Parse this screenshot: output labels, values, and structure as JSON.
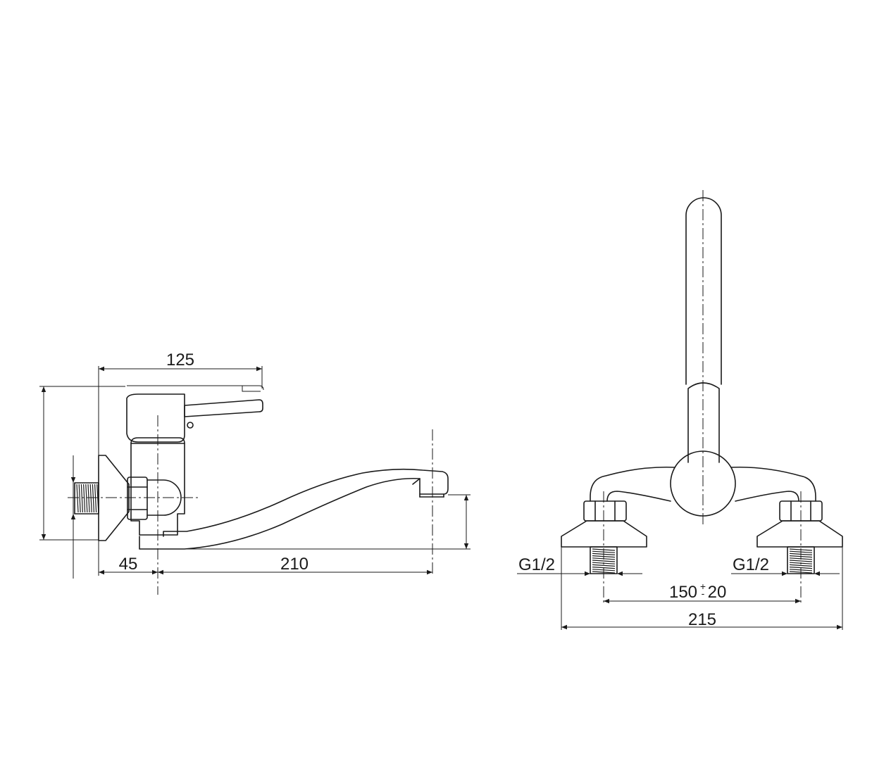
{
  "side_view": {
    "dim_top": "125",
    "dim_left_base": "45",
    "dim_reach": "210"
  },
  "front_view": {
    "thread_left": "G1/2",
    "thread_right": "G1/2",
    "dim_centers": "150",
    "dim_centers_tol_mark": "+",
    "dim_centers_tol": "20",
    "dim_width": "215"
  }
}
